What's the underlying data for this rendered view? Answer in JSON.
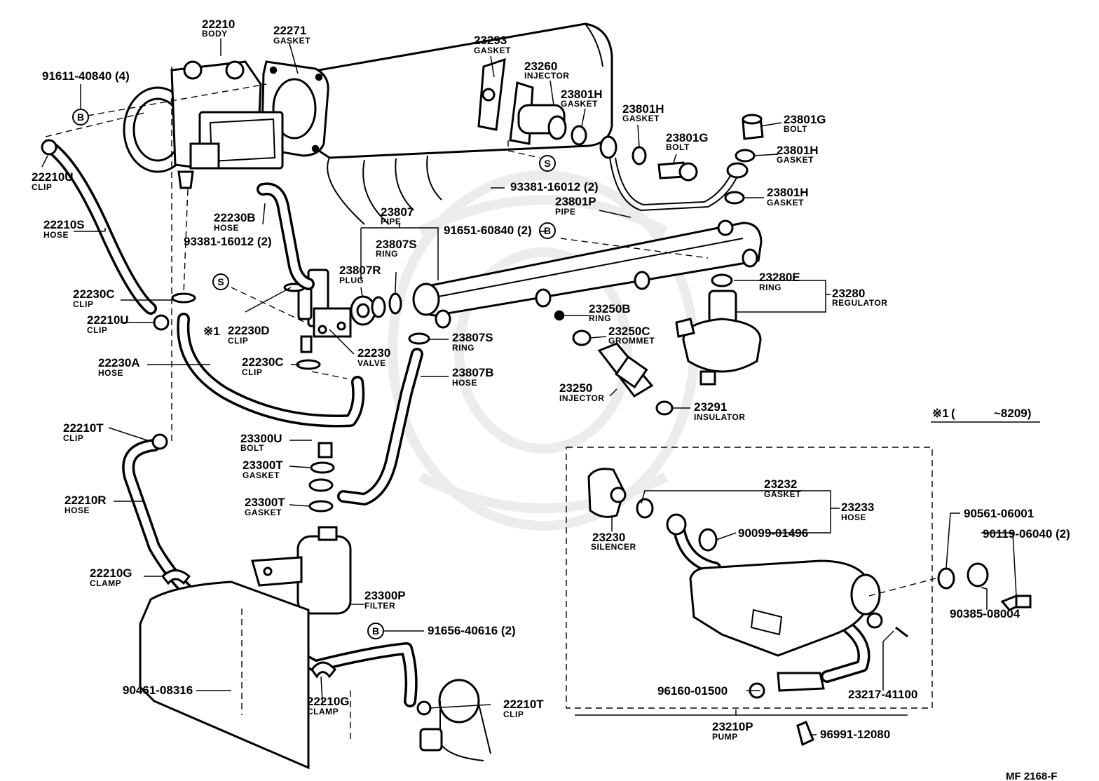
{
  "symbols": {
    "b": "B",
    "s": "S"
  },
  "note": {
    "mark": "※1",
    "range_open": "(",
    "range_value": "~8209)"
  },
  "footer_code": "MF 2168-F",
  "parts": {
    "p22210": {
      "number": "22210",
      "name": "BODY"
    },
    "p22271": {
      "number": "22271",
      "name": "GASKET"
    },
    "p23293": {
      "number": "23293",
      "name": "GASKET"
    },
    "p23260": {
      "number": "23260",
      "name": "INJECTOR"
    },
    "p23801h_a": {
      "number": "23801H",
      "name": "GASKET"
    },
    "p23801h_b": {
      "number": "23801H",
      "name": "GASKET"
    },
    "p23801g_a": {
      "number": "23801G",
      "name": "BOLT"
    },
    "p23801g_b": {
      "number": "23801G",
      "name": "BOLT"
    },
    "p23801h_c": {
      "number": "23801H",
      "name": "GASKET"
    },
    "p23801h_d": {
      "number": "23801H",
      "name": "GASKET"
    },
    "p23801p": {
      "number": "23801P",
      "name": "PIPE"
    },
    "p91611": {
      "number": "91611-40840 (4)"
    },
    "p22210u_a": {
      "number": "22210U",
      "name": "CLIP"
    },
    "p93381_a": {
      "number": "93381-16012 (2)"
    },
    "p22210s": {
      "number": "22210S",
      "name": "HOSE"
    },
    "p22230b": {
      "number": "22230B",
      "name": "HOSE"
    },
    "p93381_b": {
      "number": "93381-16012 (2)"
    },
    "p23807": {
      "number": "23807",
      "name": "PIPE"
    },
    "p91651": {
      "number": "91651-60840 (2)"
    },
    "p23807s_a": {
      "number": "23807S",
      "name": "RING"
    },
    "p23807r": {
      "number": "23807R",
      "name": "PLUG"
    },
    "p23280e": {
      "number": "23280E",
      "name": "RING"
    },
    "p23280": {
      "number": "23280",
      "name": "REGULATOR"
    },
    "p22230c_a": {
      "number": "22230C",
      "name": "CLIP"
    },
    "p22210u_b": {
      "number": "22210U",
      "name": "CLIP"
    },
    "p22230d": {
      "number": "22230D",
      "name": "CLIP"
    },
    "p23250b": {
      "number": "23250B",
      "name": "RING"
    },
    "p23250c": {
      "number": "23250C",
      "name": "GROMMET"
    },
    "p23807s_b": {
      "number": "23807S",
      "name": "RING"
    },
    "p22230": {
      "number": "22230",
      "name": "VALVE"
    },
    "p22230a": {
      "number": "22230A",
      "name": "HOSE"
    },
    "p22230c_b": {
      "number": "22230C",
      "name": "CLIP"
    },
    "p23807b": {
      "number": "23807B",
      "name": "HOSE"
    },
    "p23250": {
      "number": "23250",
      "name": "INJECTOR"
    },
    "p23291": {
      "number": "23291",
      "name": "INSULATOR"
    },
    "p22210t_a": {
      "number": "22210T",
      "name": "CLIP"
    },
    "p23300u": {
      "number": "23300U",
      "name": "BOLT"
    },
    "p23300t_a": {
      "number": "23300T",
      "name": "GASKET"
    },
    "p23300t_b": {
      "number": "23300T",
      "name": "GASKET"
    },
    "p22210r": {
      "number": "22210R",
      "name": "HOSE"
    },
    "p23232": {
      "number": "23232",
      "name": "GASKET"
    },
    "p23233": {
      "number": "23233",
      "name": "HOSE"
    },
    "p23230": {
      "number": "23230",
      "name": "SILENCER"
    },
    "p90099": {
      "number": "90099-01496"
    },
    "p90561": {
      "number": "90561-06001"
    },
    "p90119": {
      "number": "90119-06040 (2)"
    },
    "p22210g_a": {
      "number": "22210G",
      "name": "CLAMP"
    },
    "p23300p": {
      "number": "23300P",
      "name": "FILTER"
    },
    "p91656": {
      "number": "91656-40616 (2)"
    },
    "p90385": {
      "number": "90385-08004"
    },
    "p23217": {
      "number": "23217-41100"
    },
    "p90461": {
      "number": "90461-08316"
    },
    "p22210g_b": {
      "number": "22210G",
      "name": "CLAMP"
    },
    "p22210t_b": {
      "number": "22210T",
      "name": "CLIP"
    },
    "p96160": {
      "number": "96160-01500"
    },
    "p23210p": {
      "number": "23210P",
      "name": "PUMP"
    },
    "p96991": {
      "number": "96991-12080"
    }
  }
}
